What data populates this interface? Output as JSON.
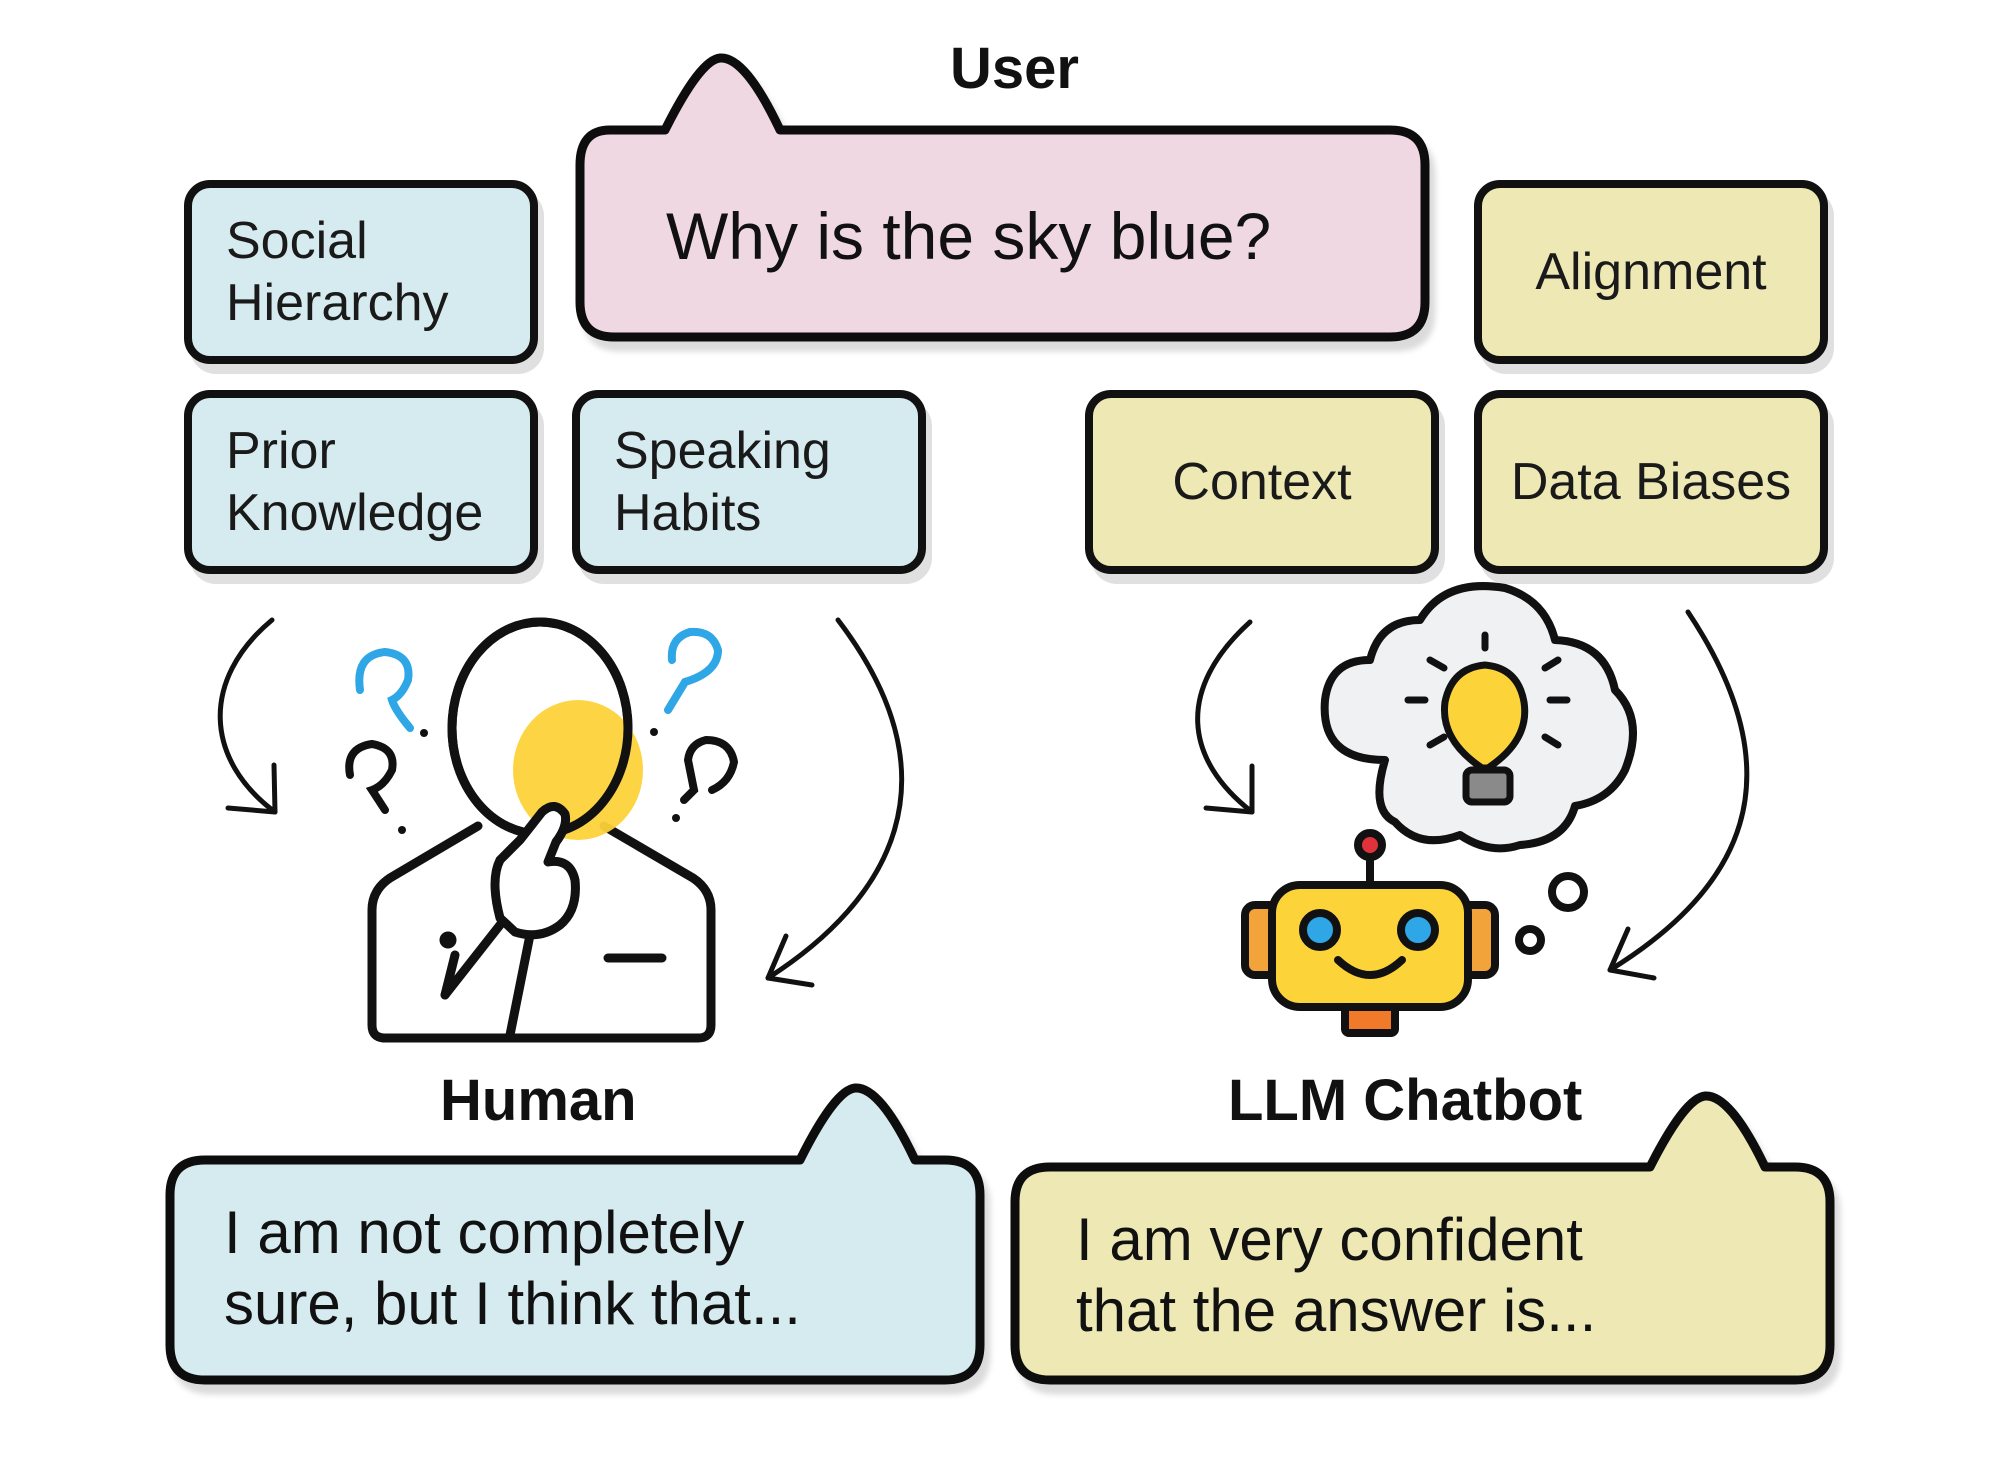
{
  "user": {
    "label": "User",
    "question": "Why is the sky blue?"
  },
  "human_factors": [
    {
      "label": "Social\nHierarchy"
    },
    {
      "label": "Prior\nKnowledge"
    },
    {
      "label": "Speaking\nHabits"
    }
  ],
  "llm_factors": [
    {
      "label": "Alignment"
    },
    {
      "label": "Context"
    },
    {
      "label": "Data Biases"
    }
  ],
  "human": {
    "label": "Human",
    "response": "I am not completely\nsure, but I think that..."
  },
  "llm": {
    "label": "LLM Chatbot",
    "response": "I am very confident\nthat the answer is..."
  },
  "colors": {
    "user_bubble": "#f0d8e2",
    "human_blue": "#d6ebef",
    "llm_yellow": "#ede8b4",
    "outline": "#111111",
    "accent_yellow": "#fdd33a",
    "question_mark_blue": "#2fa6e6"
  },
  "icons": [
    "thinking-person-icon",
    "question-mark-icon",
    "robot-icon",
    "thought-cloud-icon",
    "lightbulb-icon"
  ]
}
